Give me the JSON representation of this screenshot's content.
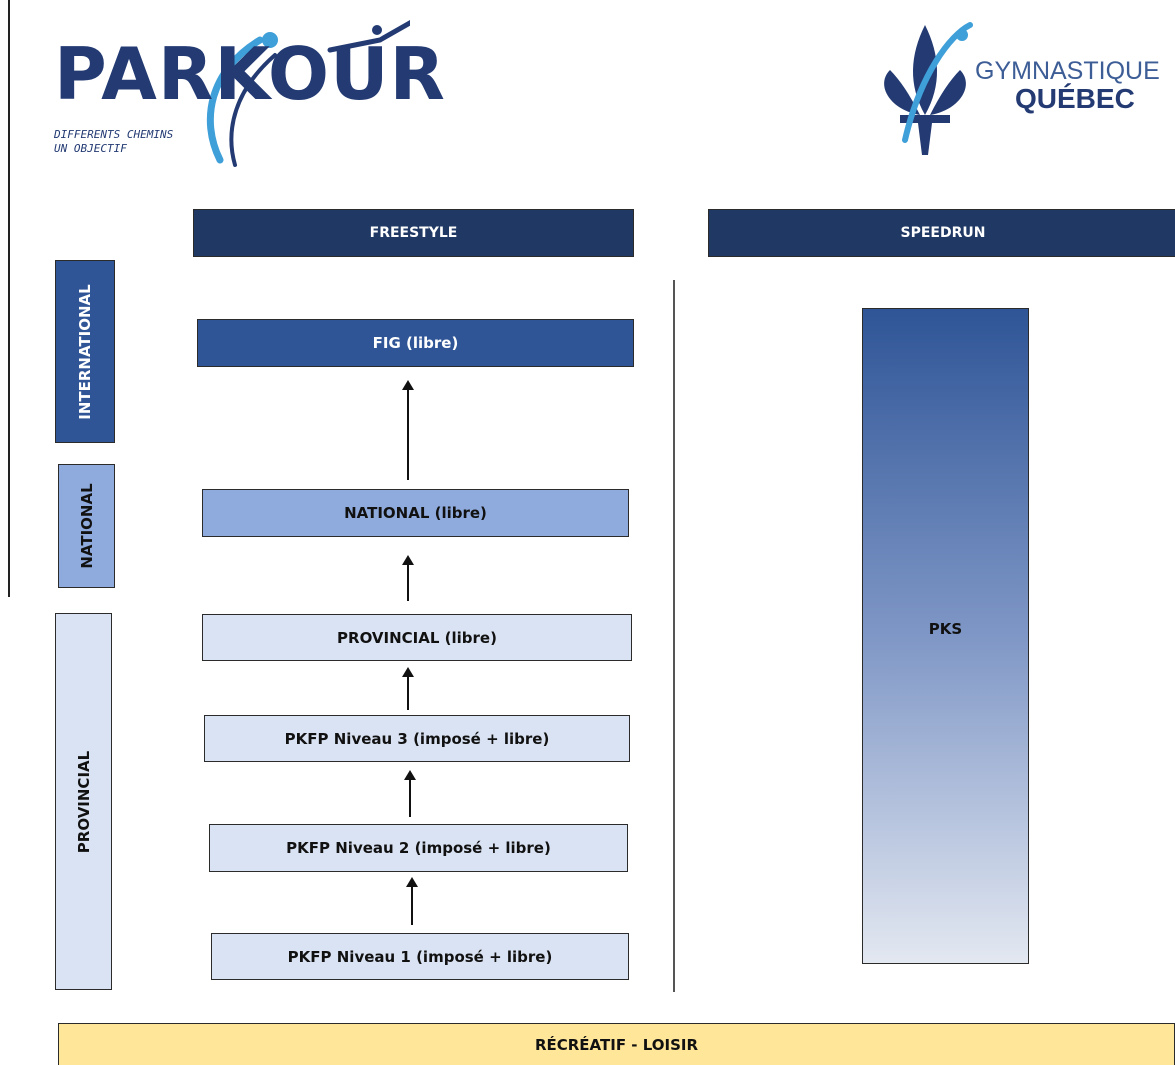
{
  "logos": {
    "parkour": {
      "wordmark": "PARKOUR",
      "tagline_line1": "DIFFERENTS CHEMINS",
      "tagline_line2": "UN OBJECTIF"
    },
    "gymnastique_quebec": {
      "line1": "GYMNASTIQUE",
      "line2": "QUÉBEC"
    }
  },
  "columns": {
    "freestyle": "FREESTYLE",
    "speedrun": "SPEEDRUN"
  },
  "levels": {
    "international": "INTERNATIONAL",
    "national": "NATIONAL",
    "provincial": "PROVINCIAL"
  },
  "freestyle_steps": {
    "fig": "FIG (libre)",
    "national": "NATIONAL (libre)",
    "provincial": "PROVINCIAL (libre)",
    "pkfp3": "PKFP Niveau 3 (imposé + libre)",
    "pkfp2": "PKFP Niveau 2 (imposé + libre)",
    "pkfp1": "PKFP Niveau 1 (imposé + libre)"
  },
  "speedrun_box": "PKS",
  "footer": "RÉCRÉATIF - LOISIR",
  "colors": {
    "dark_navy": "#1f3864",
    "mid_blue": "#2f5597",
    "light_blue": "#8faadc",
    "pale_blue": "#dae3f3",
    "footer_yellow": "#ffe699",
    "logo_navy": "#233a73",
    "logo_light_blue": "#3f9fd8"
  }
}
